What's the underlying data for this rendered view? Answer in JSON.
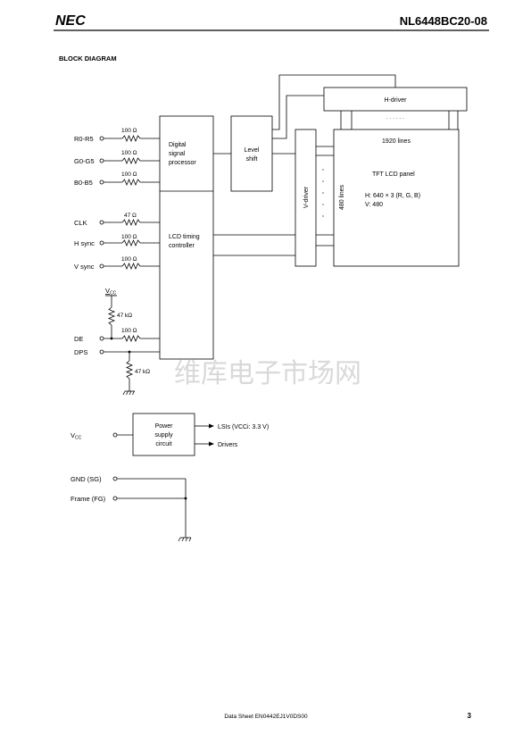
{
  "header": {
    "logo": "NEC",
    "part_number": "NL6448BC20-08"
  },
  "section_title": "BLOCK DIAGRAM",
  "inputs": {
    "r": "R0-R5",
    "g": "G0-G5",
    "b": "B0-B5",
    "clk": "CLK",
    "hsync": "H sync",
    "vsync": "V sync",
    "de": "DE",
    "dps": "DPS",
    "vcc_supply": "VCC",
    "gnd": "GND (SG)",
    "frame": "Frame (FG)"
  },
  "resistors": {
    "r_r": "100 Ω",
    "r_g": "100 Ω",
    "r_b": "100 Ω",
    "r_clk": "47 Ω",
    "r_hsync": "100 Ω",
    "r_vsync": "100 Ω",
    "r_de_series": "100 Ω",
    "r_de_pullup": "47 kΩ",
    "r_dps_pulldown": "47 kΩ"
  },
  "vcc_label": {
    "main": "V",
    "sub": "CC"
  },
  "blocks": {
    "dsp": [
      "Digital",
      "signal",
      "processor"
    ],
    "timing": [
      "LCD timing",
      "controller"
    ],
    "level_shift": [
      "Level",
      "shift"
    ],
    "hdriver": "H-driver",
    "vdriver": "V-driver",
    "hdots": "· · · · · ·",
    "panel_top": "1920 lines",
    "panel_side": "480 lines",
    "panel_title": "TFT LCD panel",
    "panel_h": "H: 640 × 3 (R, G, B)",
    "panel_v": "V: 480",
    "power": [
      "Power",
      "supply",
      "circuit"
    ]
  },
  "outputs": {
    "lsi": "LSIs (VCCi: 3.3 V)",
    "drivers": "Drivers"
  },
  "watermark": "维库电子市场网",
  "footer": {
    "doc": "Data Sheet  EN0442EJ1V0DS00",
    "page": "3"
  }
}
